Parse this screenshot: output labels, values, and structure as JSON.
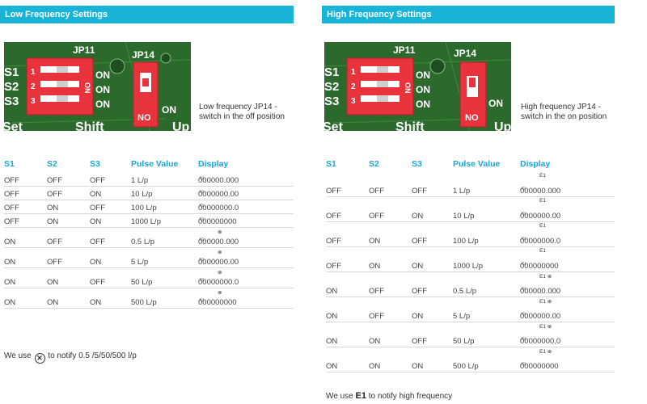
{
  "low": {
    "header": "Low Frequency Settings",
    "caption": "Low frequency JP14 - switch in the off position",
    "photo_labels": {
      "jp11": "JP11",
      "jp14": "JP14",
      "s1": "S1",
      "s2": "S2",
      "s3": "S3",
      "n1": "1",
      "n2": "2",
      "n3": "3",
      "on_vert": "ON",
      "on1": "ON",
      "on2": "ON",
      "on3": "ON",
      "on4": "ON",
      "no": "NO",
      "set": "Set",
      "shift": "Shift",
      "up": "Up"
    },
    "columns": [
      "S1",
      "S2",
      "S3",
      "Pulse Value",
      "Display"
    ],
    "rows": [
      {
        "s1": "OFF",
        "s2": "OFF",
        "s3": "OFF",
        "pulse": "1 L/p",
        "display": "000000.000",
        "unit": "KL",
        "marker": ""
      },
      {
        "s1": "OFF",
        "s2": "OFF",
        "s3": "ON",
        "pulse": "10 L/p",
        "display": "0000000.00",
        "unit": "KL",
        "marker": ""
      },
      {
        "s1": "OFF",
        "s2": "ON",
        "s3": "OFF",
        "pulse": "100 L/p",
        "display": "00000000.0",
        "unit": "KL",
        "marker": ""
      },
      {
        "s1": "OFF",
        "s2": "ON",
        "s3": "ON",
        "pulse": "1000 L/p",
        "display": "000000000",
        "unit": "KL",
        "marker": ""
      },
      {
        "s1": "ON",
        "s2": "OFF",
        "s3": "OFF",
        "pulse": "0.5 L/p",
        "display": "000000.000",
        "unit": "KL",
        "marker": "⊗"
      },
      {
        "s1": "ON",
        "s2": "OFF",
        "s3": "ON",
        "pulse": "5 L/p",
        "display": "0000000.00",
        "unit": "KL",
        "marker": "⊗"
      },
      {
        "s1": "ON",
        "s2": "ON",
        "s3": "OFF",
        "pulse": "50 L/p",
        "display": "00000000.0",
        "unit": "KL",
        "marker": "⊗"
      },
      {
        "s1": "ON",
        "s2": "ON",
        "s3": "ON",
        "pulse": "500 L/p",
        "display": "000000000",
        "unit": "KL",
        "marker": "⊗"
      }
    ],
    "note": {
      "prefix": "We use",
      "symbol": "✕",
      "suffix": "to notify 0.5 /5/50/500 l/p"
    }
  },
  "high": {
    "header": "High Frequency Settings",
    "caption": "High frequency JP14 - switch in the on position",
    "photo_labels": {
      "jp11": "JP11",
      "jp14": "JP14",
      "s1": "S1",
      "s2": "S2",
      "s3": "S3",
      "n1": "1",
      "n2": "2",
      "n3": "3",
      "on_vert": "ON",
      "on1": "ON",
      "on2": "ON",
      "on3": "ON",
      "on4": "ON",
      "no": "NO",
      "set": "Set",
      "shift": "Shift",
      "up": "Up"
    },
    "columns": [
      "S1",
      "S2",
      "S3",
      "Pulse Value",
      "Display"
    ],
    "rows": [
      {
        "s1": "OFF",
        "s2": "OFF",
        "s3": "OFF",
        "pulse": "1 L/p",
        "display": "000000.000",
        "unit": "KL",
        "marker": "E1"
      },
      {
        "s1": "OFF",
        "s2": "OFF",
        "s3": "ON",
        "pulse": "10 L/p",
        "display": "0000000.00",
        "unit": "KL",
        "marker": "E1"
      },
      {
        "s1": "OFF",
        "s2": "ON",
        "s3": "OFF",
        "pulse": "100 L/p",
        "display": "00000000.0",
        "unit": "KL",
        "marker": "E1"
      },
      {
        "s1": "OFF",
        "s2": "ON",
        "s3": "ON",
        "pulse": "1000 L/p",
        "display": "000000000",
        "unit": "KL",
        "marker": "E1"
      },
      {
        "s1": "ON",
        "s2": "OFF",
        "s3": "OFF",
        "pulse": "0.5 L/p",
        "display": "000000.000",
        "unit": "KL",
        "marker": "E1 ⊗"
      },
      {
        "s1": "ON",
        "s2": "OFF",
        "s3": "ON",
        "pulse": "5 L/p",
        "display": "0000000.00",
        "unit": "KL",
        "marker": "E1 ⊗"
      },
      {
        "s1": "ON",
        "s2": "ON",
        "s3": "OFF",
        "pulse": "50 L/p",
        "display": "00000000.0",
        "unit": "KL",
        "marker": "E1 ⊗"
      },
      {
        "s1": "ON",
        "s2": "ON",
        "s3": "ON",
        "pulse": "500 L/p",
        "display": "000000000",
        "unit": "KL",
        "marker": "E1 ⊗"
      }
    ],
    "note": {
      "prefix": "We use",
      "symbol": "E1",
      "suffix": "to notify high frequency"
    }
  },
  "colors": {
    "header_bg": "#1ab3d8",
    "column_header": "#1aa6d6",
    "pcb": "#2b6a2c",
    "switch": "#e8323c"
  }
}
